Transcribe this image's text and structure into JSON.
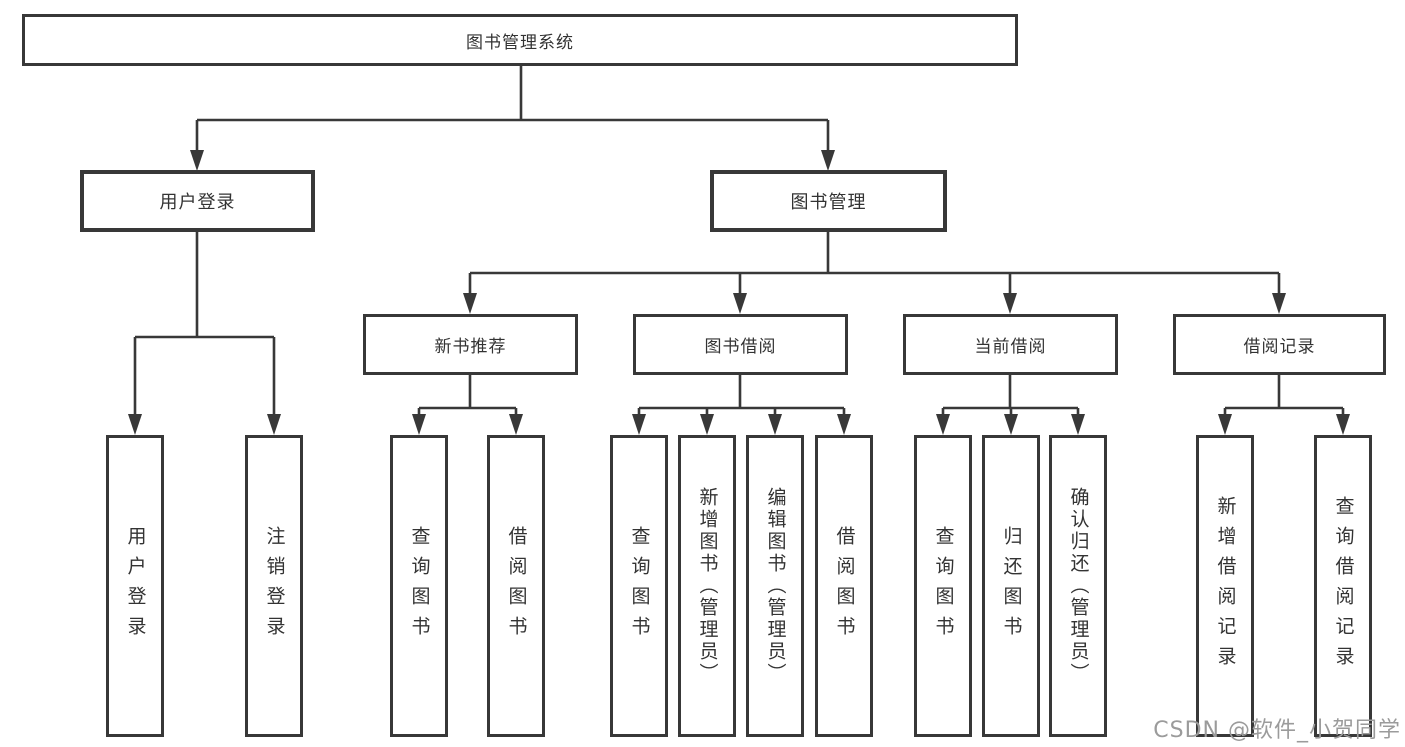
{
  "diagram": {
    "root": {
      "label": "图书管理系统"
    },
    "level2": [
      {
        "label": "用户登录"
      },
      {
        "label": "图书管理"
      }
    ],
    "level3": [
      {
        "label": "新书推荐"
      },
      {
        "label": "图书借阅"
      },
      {
        "label": "当前借阅"
      },
      {
        "label": "借阅记录"
      }
    ],
    "leaves": {
      "user_login": [
        "用户登录",
        "注销登录"
      ],
      "new_book": [
        "查询图书",
        "借阅图书"
      ],
      "borrow": [
        "查询图书",
        "新增图书（管理员）",
        "编辑图书（管理员）",
        "借阅图书"
      ],
      "current": [
        "查询图书",
        "归还图书",
        "确认归还（管理员）"
      ],
      "records": [
        "新增借阅记录",
        "查询借阅记录"
      ]
    }
  },
  "watermark": {
    "text": "CSDN @软件_小贺同学"
  },
  "colors": {
    "line": "#383838",
    "text": "#333333",
    "background": "#ffffff",
    "watermark": "#9b9b9b"
  }
}
